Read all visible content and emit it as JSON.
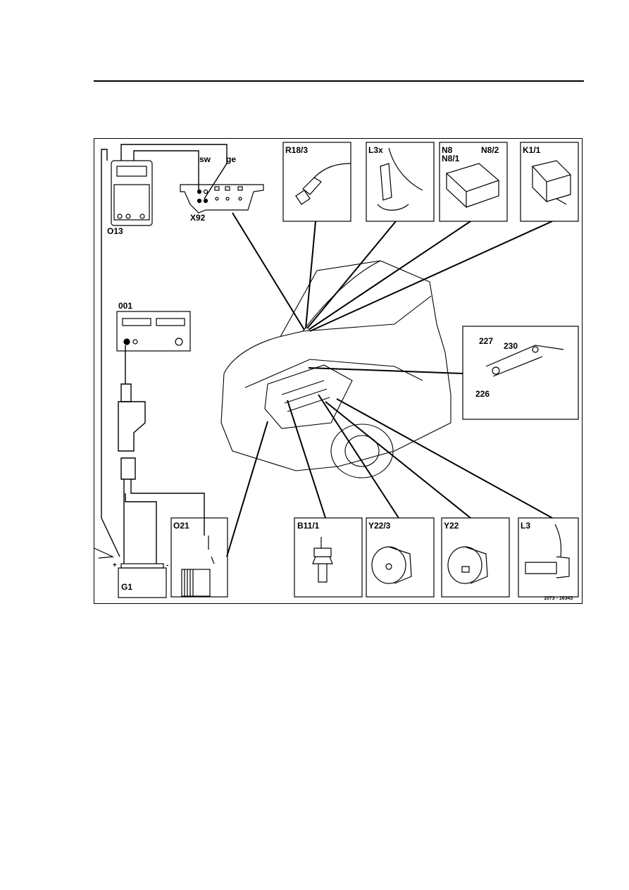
{
  "labels": {
    "O13": "O13",
    "X92": "X92",
    "sw": "sw",
    "ge": "ge",
    "R18_3": "R18/3",
    "L3x": "L3x",
    "N8": "N8",
    "N8_1": "N8/1",
    "N8_2": "N8/2",
    "K1_1": "K1/1",
    "O01": "001",
    "n227": "227",
    "n230": "230",
    "n226": "226",
    "O21": "O21",
    "G1": "G1",
    "B11_1": "B11/1",
    "Y22_3": "Y22/3",
    "Y22": "Y22",
    "L3": "L3",
    "plus": "+",
    "minus": "-"
  },
  "figure_ref": "1073 - 16343"
}
